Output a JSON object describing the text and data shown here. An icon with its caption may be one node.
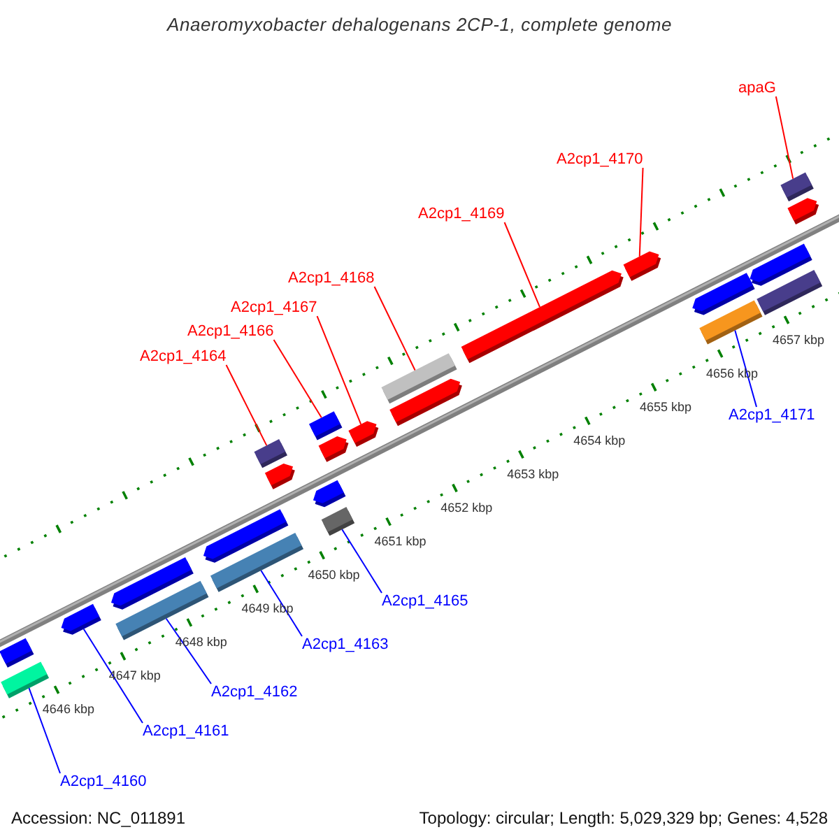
{
  "diagram": {
    "title": "Anaeromyxobacter dehalogenans 2CP-1, complete genome",
    "nodes": [
      {
        "text": [
          "A2cp1_4164"
        ]
      },
      {
        "text": [
          "A2cp1_4166"
        ]
      },
      {
        "text": [
          "A2cp1_4167"
        ]
      },
      {
        "text": [
          "A2cp1_4168"
        ]
      },
      {
        "text": [
          "A2cp1_4169"
        ]
      },
      {
        "text": [
          "A2cp1_4170"
        ]
      },
      {
        "text": [
          "apaG"
        ]
      },
      {
        "text": [
          "A2cp1_4171"
        ]
      },
      {
        "text": [
          "A2cp1_4165"
        ]
      },
      {
        "text": [
          "A2cp1_4163"
        ]
      },
      {
        "text": [
          "A2cp1_4162"
        ]
      },
      {
        "text": [
          "A2cp1_4161"
        ]
      },
      {
        "text": [
          "A2cp1_4160"
        ]
      },
      {
        "text": [],
        "shape": "bar"
      },
      {
        "text": [],
        "shape": "bar"
      },
      {
        "text": [],
        "shape": "bar"
      },
      {
        "text": [],
        "shape": "bar"
      },
      {
        "text": [],
        "shape": "bar"
      },
      {
        "text": [],
        "shape": "bar"
      },
      {
        "text": [],
        "shape": "bar"
      },
      {
        "text": [],
        "shape": "bar"
      },
      {
        "text": [],
        "shape": "bar"
      },
      {
        "text": [],
        "shape": "bar"
      },
      {
        "text": [],
        "shape": "bar"
      },
      {
        "text": [],
        "shape": "bar"
      },
      {
        "text": [],
        "shape": "bar"
      },
      {
        "text": [],
        "shape": "bar"
      },
      {
        "text": [],
        "shape": "bar"
      },
      {
        "text": [],
        "shape": "bar"
      },
      {
        "text": [],
        "shape": "bar"
      },
      {
        "text": [],
        "shape": "bar"
      },
      {
        "text": [],
        "shape": "bar"
      },
      {
        "text": [],
        "shape": "bar"
      },
      {
        "text": [],
        "shape": "bar"
      },
      {
        "text": [],
        "shape": "bar"
      },
      {
        "text": [],
        "shape": "bar"
      },
      {
        "text": [],
        "shape": "bar"
      }
    ],
    "edges": [
      {
        "from": 0,
        "to": 20,
        "arrow": "none"
      },
      {
        "from": 1,
        "to": 22,
        "arrow": "none"
      },
      {
        "from": 2,
        "to": 26,
        "arrow": "none"
      },
      {
        "from": 3,
        "to": 27,
        "arrow": "none"
      },
      {
        "from": 4,
        "to": 29,
        "arrow": "none"
      },
      {
        "from": 5,
        "to": 30,
        "arrow": "none"
      },
      {
        "from": 6,
        "to": 35,
        "arrow": "none"
      },
      {
        "from": 7,
        "to": 32,
        "arrow": "none",
        "color": "#0000ff"
      },
      {
        "from": 8,
        "to": 25,
        "arrow": "none",
        "color": "#0000ff"
      },
      {
        "from": 9,
        "to": 19,
        "arrow": "none",
        "color": "#0000ff"
      },
      {
        "from": 10,
        "to": 17,
        "arrow": "none",
        "color": "#0000ff"
      },
      {
        "from": 11,
        "to": 15,
        "arrow": "none",
        "color": "#0000ff"
      },
      {
        "from": 12,
        "to": 14,
        "arrow": "none",
        "color": "#0000ff"
      }
    ],
    "labels": [
      "4646 kbp",
      "4647 kbp",
      "4648 kbp",
      "4649 kbp",
      "4650 kbp",
      "4651 kbp",
      "4652 kbp",
      "4653 kbp",
      "4654 kbp",
      "4655 kbp",
      "4656 kbp",
      "4657 kbp",
      "Accession: NC_011891",
      "Topology: circular; Length: 5,029,329 bp; Genes: 4,528"
    ]
  }
}
